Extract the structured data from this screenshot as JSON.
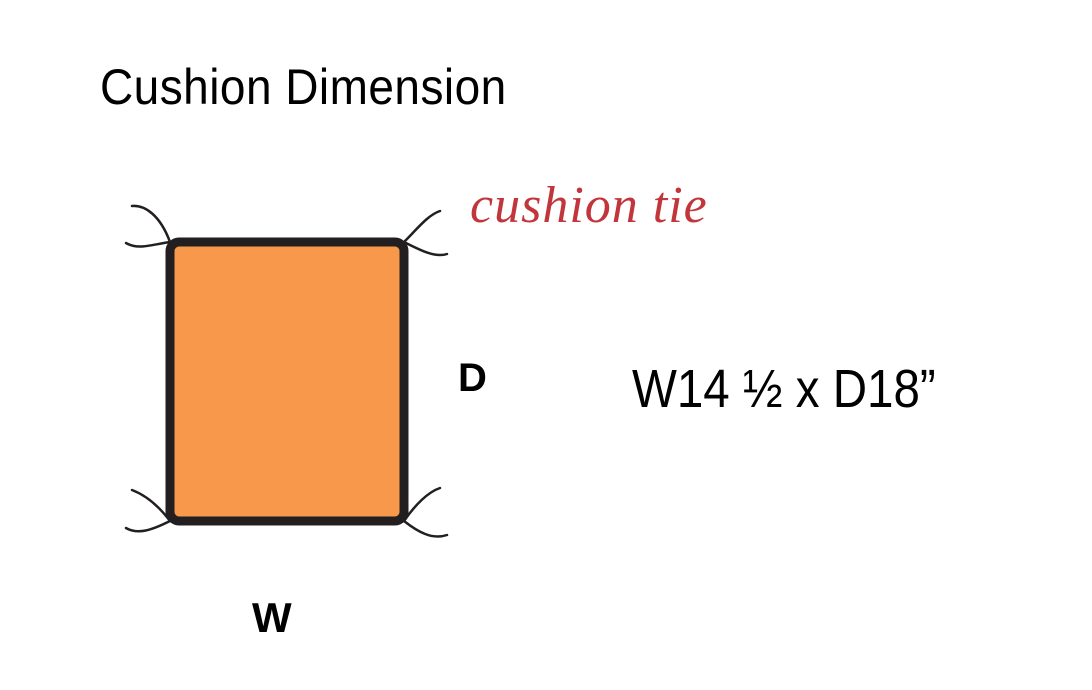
{
  "title": "Cushion Dimension",
  "tie_label": "cushion tie",
  "depth_label": "D",
  "width_label": "W",
  "dimensions": "W14 ½ x D18”",
  "colors": {
    "cushion_fill": "#f7984a",
    "cushion_border": "#231f20",
    "tie_label": "#c1353b",
    "text": "#000000"
  }
}
